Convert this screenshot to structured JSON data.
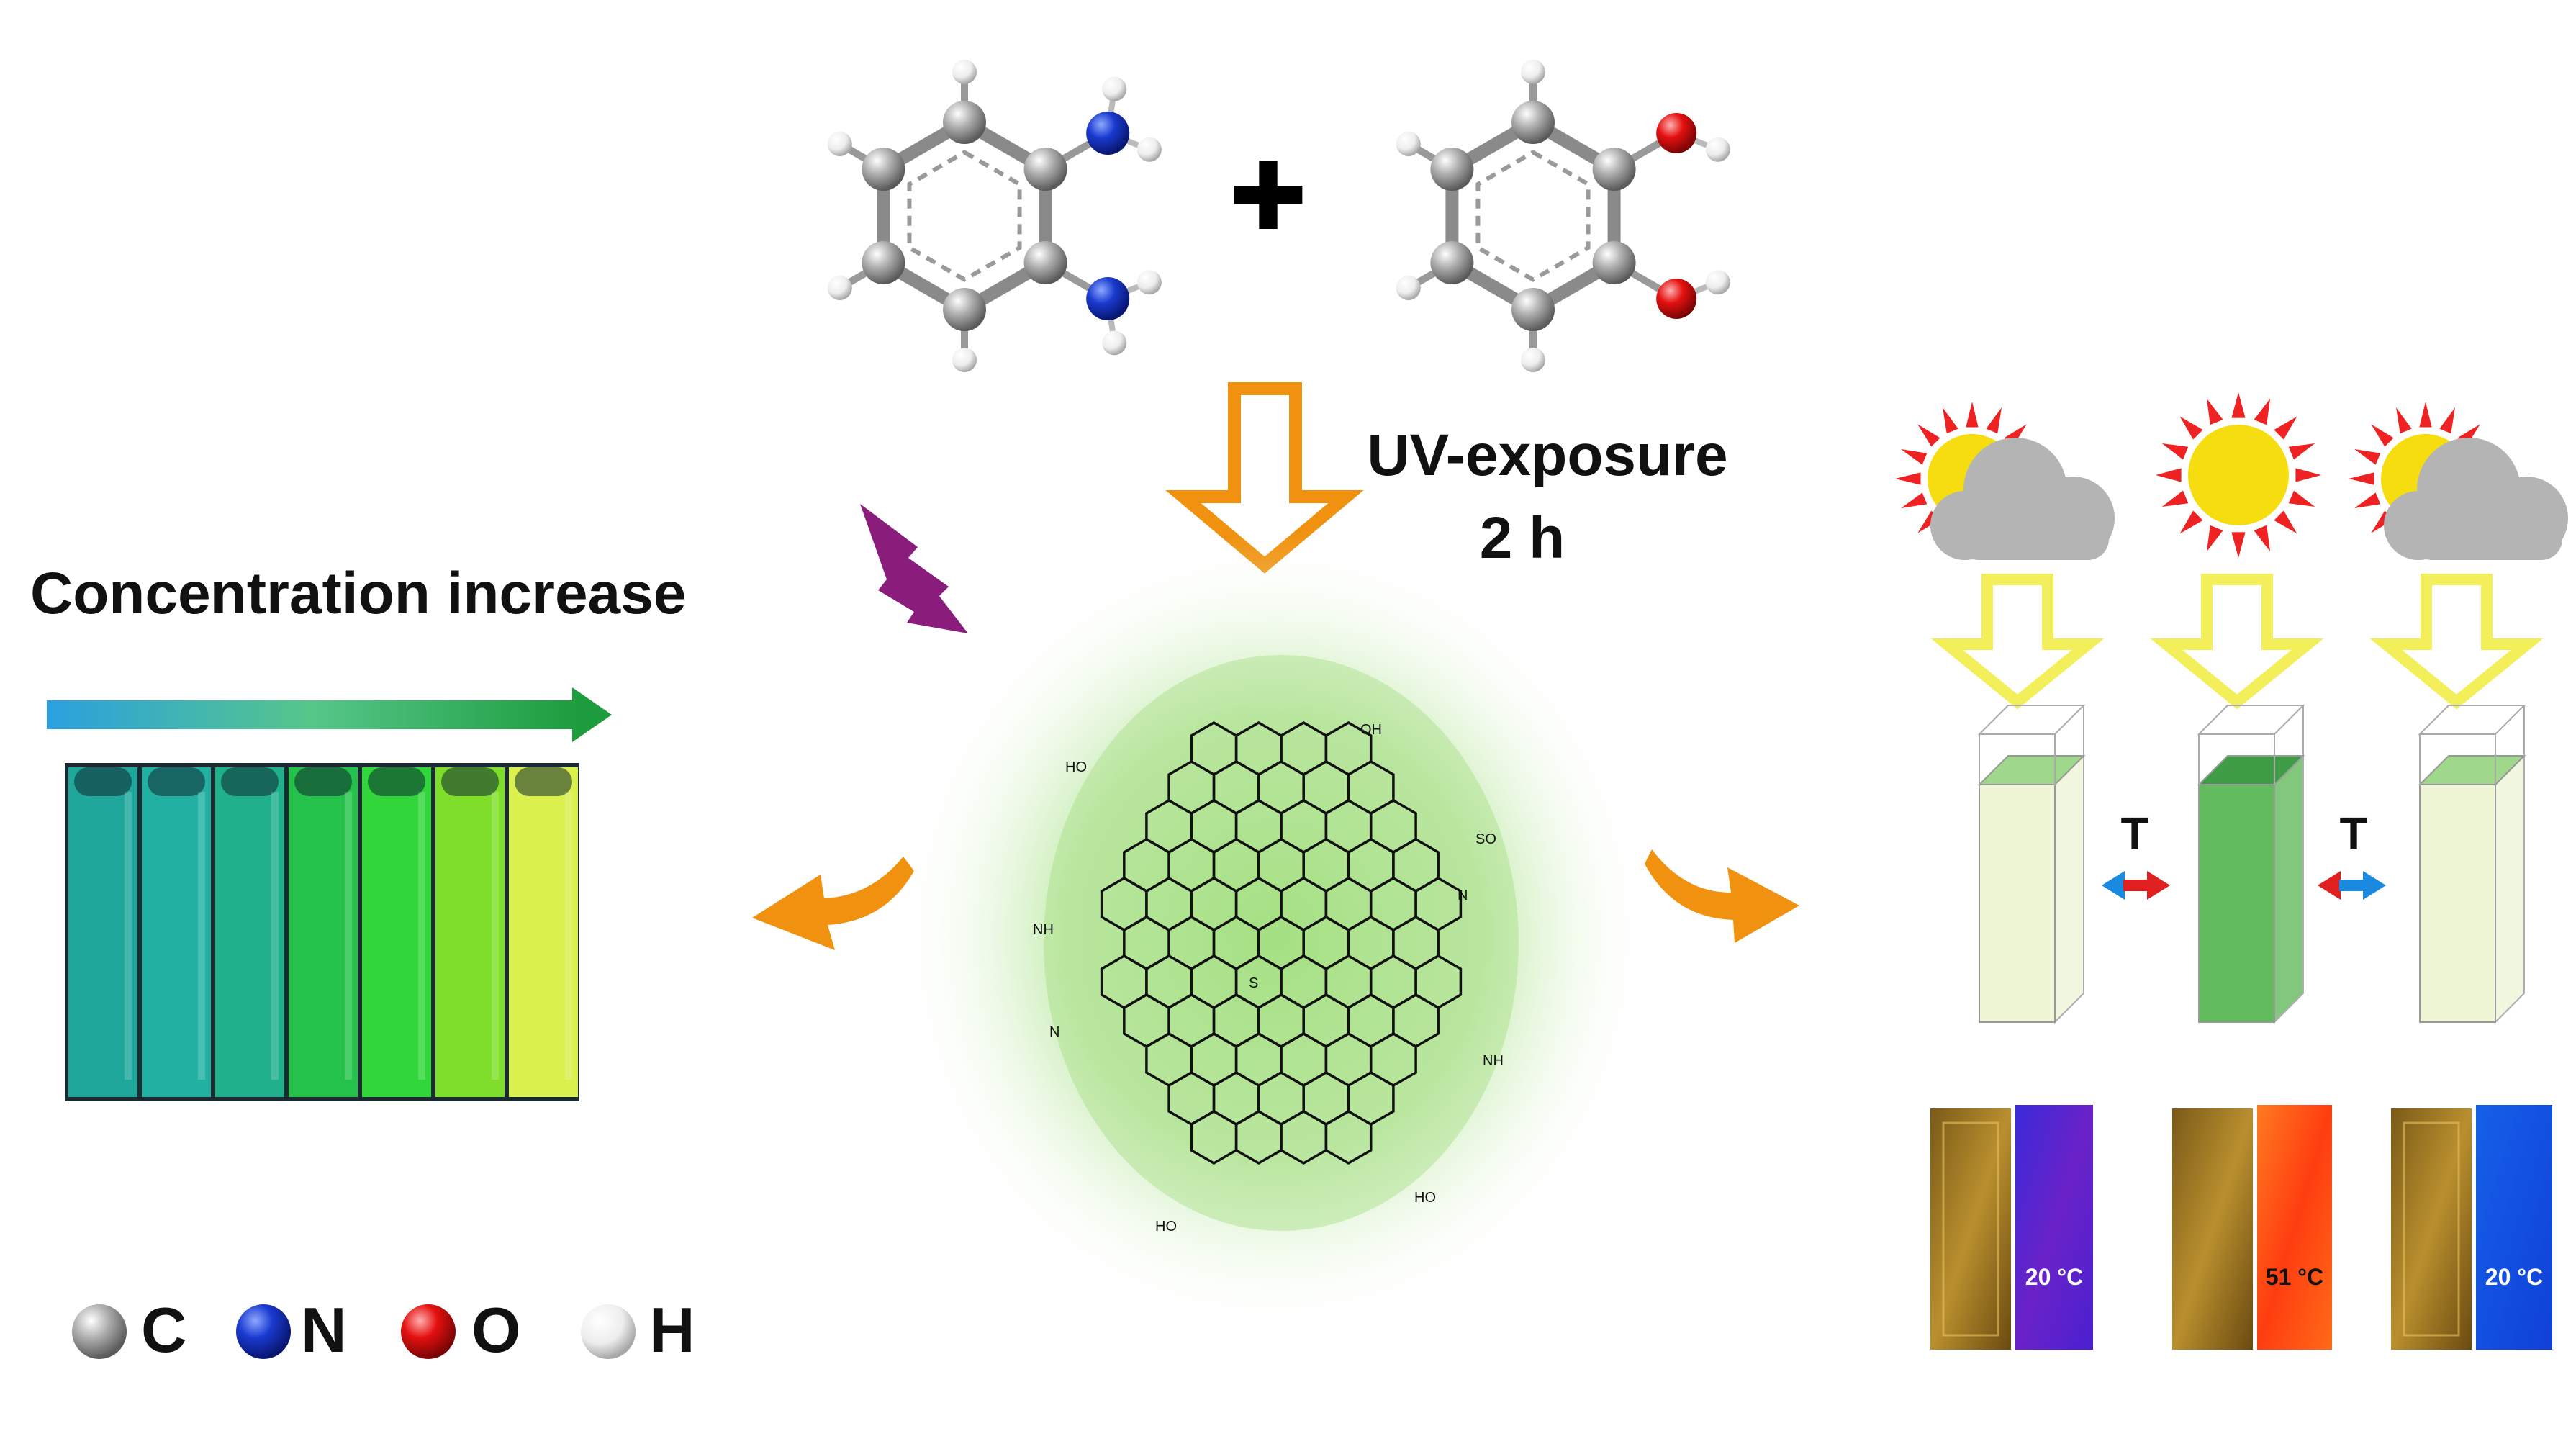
{
  "plus_sign": "✚",
  "reaction": {
    "condition_line1": "UV-exposure",
    "condition_line2": "2 h"
  },
  "concentration": {
    "title": "Concentration increase",
    "vial_colors": [
      "#1fa79b",
      "#22b0a3",
      "#20b08c",
      "#25c24b",
      "#30d63a",
      "#7ede2a",
      "#d9f04d"
    ]
  },
  "legend": {
    "items": [
      {
        "symbol": "C",
        "color": "#9a9a9a"
      },
      {
        "symbol": "N",
        "color": "#1030b0"
      },
      {
        "symbol": "O",
        "color": "#e01010"
      },
      {
        "symbol": "H",
        "color": "#f2f2f2"
      }
    ]
  },
  "structure_labels": {
    "oh1": "OH",
    "oh2": "HO",
    "so3": "SO",
    "nh2a": "NH",
    "nh2b": "NH",
    "n1": "N",
    "n2": "N",
    "s": "S",
    "oh3": "HO",
    "oh4": "HO"
  },
  "thermo": {
    "switch_symbol_1": "T",
    "switch_symbol_2": "T",
    "temps": [
      "20 °C",
      "51 °C",
      "20 °C"
    ],
    "weather": [
      "sun-cloud",
      "sun",
      "sun-cloud"
    ]
  },
  "colors": {
    "arrow_orange": "#f0920f",
    "arrow_yellow": "#f4f060",
    "lightning": "#8a1c7c",
    "glow": "#7fd45a"
  }
}
